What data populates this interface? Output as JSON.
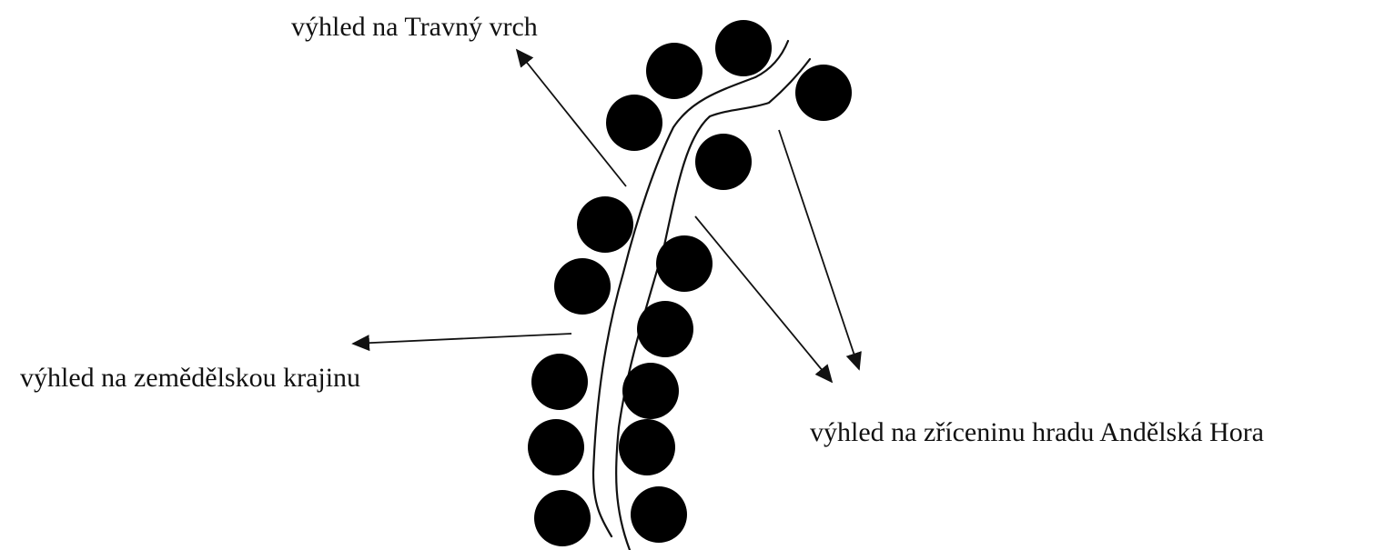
{
  "labels": {
    "travny_vrch": "výhled na Travný vrch",
    "zemedelska_krajina": "výhled na zemědělskou krajinu",
    "hrad_andelska_hora": "výhled na zříceninu hradu Andělská Hora"
  },
  "icons": {
    "tree": "tree-icon",
    "arrow": "arrow-icon"
  },
  "colors": {
    "ink": "#111111",
    "background": "#ffffff"
  }
}
